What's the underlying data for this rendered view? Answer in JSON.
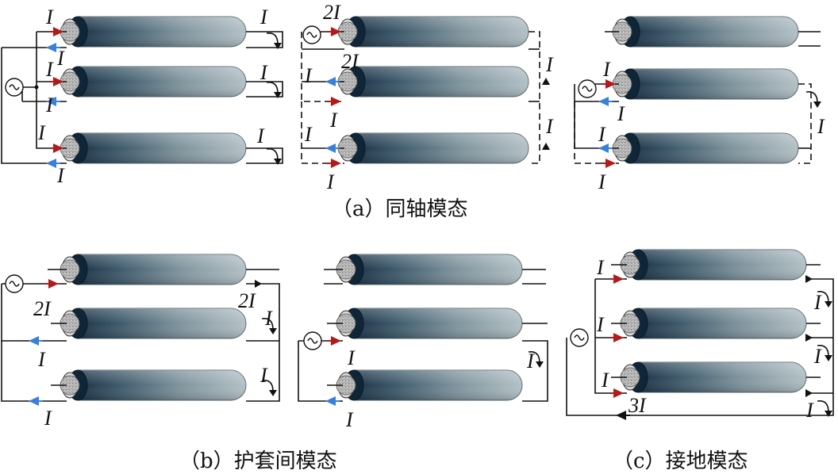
{
  "colors": {
    "forward_arrow": "#b01c1c",
    "return_arrow": "#3a7fd8",
    "cable_dark": "#1c3347",
    "cable_light": "#b3c1c6"
  },
  "panel_a": {
    "caption": "（a）同轴模态",
    "left": {
      "top_current": "I",
      "source_icon": "ac-source-icon",
      "labels": [
        "I",
        "I",
        "I",
        "I",
        "I",
        "I",
        "I",
        "I",
        "I"
      ]
    },
    "middle": {
      "labels": [
        "2I",
        "2I",
        "I",
        "I",
        "I",
        "I",
        "I",
        "I"
      ]
    },
    "right": {
      "labels": [
        "I",
        "I",
        "I",
        "I",
        "I"
      ]
    }
  },
  "panel_b": {
    "caption": "（b）护套间模态",
    "left": {
      "labels": [
        "2I",
        "2I",
        "I",
        "I",
        "I",
        "I"
      ]
    },
    "right": {
      "labels": [
        "I",
        "I",
        "I"
      ]
    }
  },
  "panel_c": {
    "caption": "（c）接地模态",
    "labels": [
      "I",
      "I",
      "I",
      "I",
      "I",
      "I",
      "3I"
    ]
  }
}
